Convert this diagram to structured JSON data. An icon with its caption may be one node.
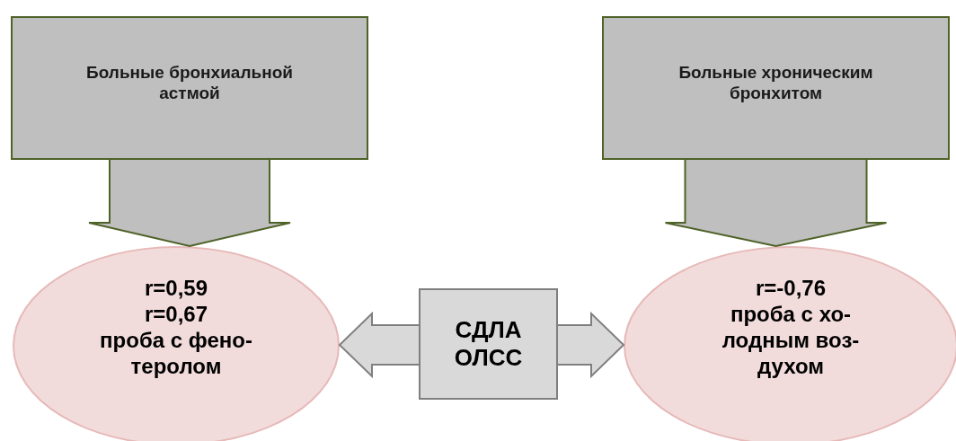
{
  "diagram": {
    "nodes": [
      {
        "text": [
          "Больные бронхиальной астмой"
        ]
      },
      {
        "text": [
          "Больные хроническим бронхитом"
        ]
      },
      {
        "text": [
          "r=0,59",
          "r=0,67",
          "проба с фено- теролом"
        ]
      },
      {
        "text": [
          "СДЛА ОЛСС"
        ]
      },
      {
        "text": [
          "r=-0,76",
          "проба с хо- лодным воз- духом"
        ]
      }
    ],
    "edges": [
      {
        "from": 0,
        "to": 2,
        "arrow": "to"
      },
      {
        "from": 1,
        "to": 4,
        "arrow": "to"
      },
      {
        "from": 3,
        "to": 2,
        "arrow": "to"
      },
      {
        "from": 3,
        "to": 4,
        "arrow": "to"
      }
    ]
  }
}
